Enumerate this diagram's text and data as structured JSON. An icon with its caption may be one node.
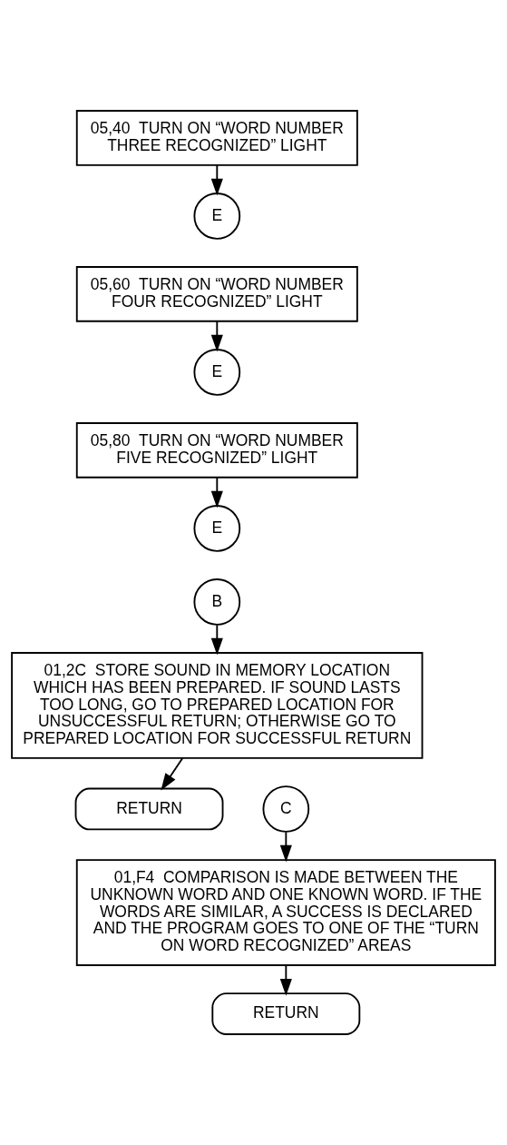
{
  "diagram": {
    "nodes": [
      {
        "text": [
          "05,40  TURN ON “WORD NUMBER THREE RECOGNIZED” LIGHT"
        ]
      },
      {
        "text": [
          "E"
        ]
      },
      {
        "text": [
          "05,60  TURN ON “WORD NUMBER FOUR RECOGNIZED” LIGHT"
        ]
      },
      {
        "text": [
          "E"
        ]
      },
      {
        "text": [
          "05,80  TURN ON “WORD NUMBER FIVE RECOGNIZED” LIGHT"
        ]
      },
      {
        "text": [
          "E"
        ]
      },
      {
        "text": [
          "B"
        ]
      },
      {
        "text": [
          "01,2C  STORE SOUND IN MEMORY LOCATION WHICH HAS BEEN PREPARED. IF SOUND LASTS TOO LONG, GO TO PREPARED LOCATION FOR UNSUCCESSFUL RETURN; OTHERWISE GO TO PREPARED LOCATION FOR SUCCESSFUL RETURN"
        ]
      },
      {
        "text": [
          "RETURN"
        ]
      },
      {
        "text": [
          "C"
        ]
      },
      {
        "text": [
          "01,F4  COMPARISON IS MADE BETWEEN THE UNKNOWN WORD AND ONE KNOWN WORD. IF THE WORDS ARE SIMILAR, A SUCCESS IS DECLARED AND THE PROGRAM GOES TO ONE OF THE “TURN ON WORD RECOGNIZED” AREAS"
        ]
      },
      {
        "text": [
          "RETURN"
        ]
      }
    ],
    "edges": [
      {
        "from": 0,
        "to": 1,
        "arrow": "to"
      },
      {
        "from": 2,
        "to": 3,
        "arrow": "to"
      },
      {
        "from": 4,
        "to": 5,
        "arrow": "to"
      },
      {
        "from": 6,
        "to": 7,
        "arrow": "to"
      },
      {
        "from": 7,
        "to": 8,
        "arrow": "to"
      },
      {
        "from": 9,
        "to": 10,
        "arrow": "to"
      },
      {
        "from": 10,
        "to": 11,
        "arrow": "to"
      }
    ]
  }
}
